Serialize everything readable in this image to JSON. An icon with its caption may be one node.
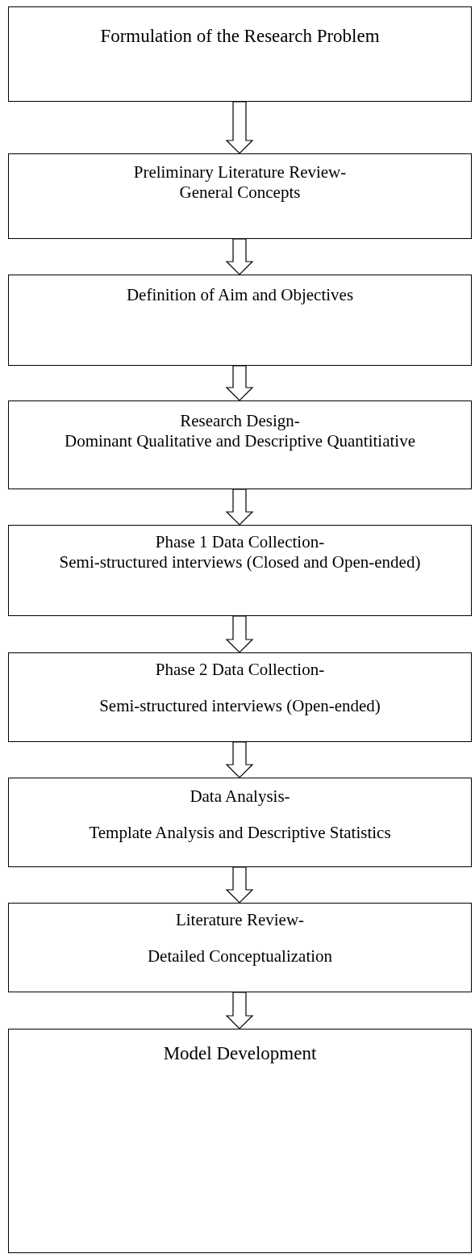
{
  "diagram": {
    "nodes": [
      {
        "text": [
          "Formulation of the Research Problem"
        ]
      },
      {
        "text": [
          "Preliminary Literature Review-",
          "General Concepts"
        ]
      },
      {
        "text": [
          "Definition of Aim and Objectives"
        ]
      },
      {
        "text": [
          "Research Design-",
          "Dominant Qualitative and Descriptive Quantitiative"
        ]
      },
      {
        "text": [
          "Phase 1 Data Collection-",
          "Semi-structured interviews (Closed and Open-ended)"
        ]
      },
      {
        "text": [
          "Phase 2 Data Collection-",
          "Semi-structured interviews (Open-ended)"
        ]
      },
      {
        "text": [
          "Data Analysis-",
          "Template Analysis and Descriptive Statistics"
        ]
      },
      {
        "text": [
          "Literature Review-",
          "Detailed Conceptualization"
        ]
      },
      {
        "text": [
          "Model Development"
        ]
      }
    ],
    "edges": [
      {
        "from": 0,
        "to": 1,
        "arrow": "to"
      },
      {
        "from": 1,
        "to": 2,
        "arrow": "to"
      },
      {
        "from": 2,
        "to": 3,
        "arrow": "to"
      },
      {
        "from": 3,
        "to": 4,
        "arrow": "to"
      },
      {
        "from": 4,
        "to": 5,
        "arrow": "to"
      },
      {
        "from": 5,
        "to": 6,
        "arrow": "to"
      },
      {
        "from": 6,
        "to": 7,
        "arrow": "to"
      },
      {
        "from": 7,
        "to": 8,
        "arrow": "to"
      }
    ]
  }
}
